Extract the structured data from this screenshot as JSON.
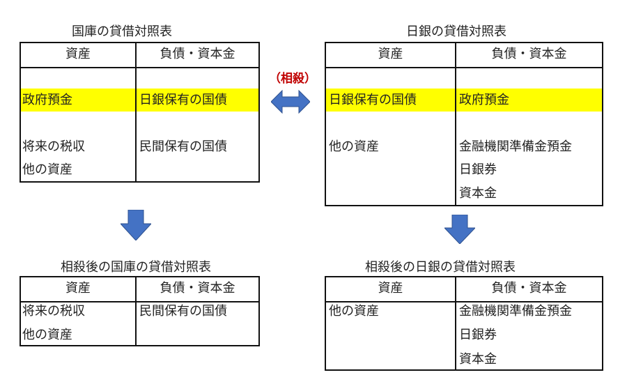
{
  "offset_label": "（相殺）",
  "colors": {
    "highlight": "#ffff00",
    "arrow": "#4472c4",
    "offset_label": "#c00000"
  },
  "tables": {
    "treasury": {
      "title": "国庫の貸借対照表",
      "headers": [
        "資産",
        "負債・資本金"
      ],
      "assets": [
        "政府預金",
        "将来の税収",
        "他の資産"
      ],
      "liabilities": [
        "日銀保有の国債",
        "民間保有の国債"
      ]
    },
    "boj": {
      "title": "日銀の貸借対照表",
      "headers": [
        "資産",
        "負債・資本金"
      ],
      "assets": [
        "日銀保有の国債",
        "他の資産"
      ],
      "liabilities": [
        "政府預金",
        "金融機関準備金預金",
        "日銀券",
        "資本金"
      ]
    },
    "treasury_after": {
      "title": "相殺後の国庫の貸借対照表",
      "headers": [
        "資産",
        "負債・資本金"
      ],
      "assets": [
        "将来の税収",
        "他の資産"
      ],
      "liabilities": [
        "民間保有の国債"
      ]
    },
    "boj_after": {
      "title": "相殺後の日銀の貸借対照表",
      "headers": [
        "資産",
        "負債・資本金"
      ],
      "assets": [
        "他の資産"
      ],
      "liabilities": [
        "金融機関準備金預金",
        "日銀券",
        "資本金"
      ]
    }
  }
}
